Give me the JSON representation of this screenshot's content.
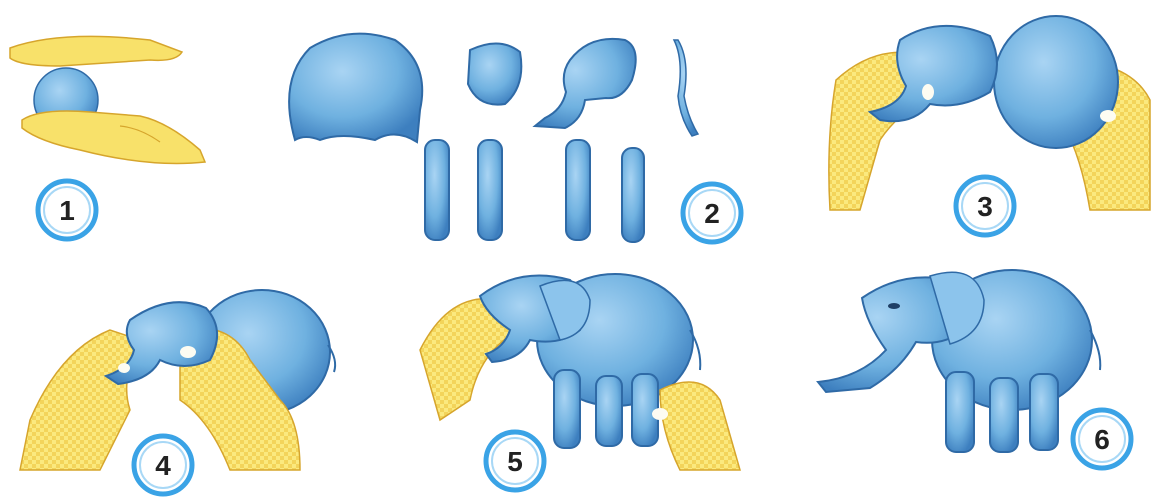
{
  "steps": [
    {
      "number": "1"
    },
    {
      "number": "2"
    },
    {
      "number": "3"
    },
    {
      "number": "4"
    },
    {
      "number": "5"
    },
    {
      "number": "6"
    }
  ],
  "colors": {
    "clay": "#6fb1e0",
    "clay_dark": "#3d7fbf",
    "glove": "#f6e06a",
    "glove_dark": "#e0b93a",
    "badge_ring": "#3aa3e6"
  },
  "icons": [
    "hand-icon",
    "clay-ball-icon",
    "elephant-icon"
  ]
}
